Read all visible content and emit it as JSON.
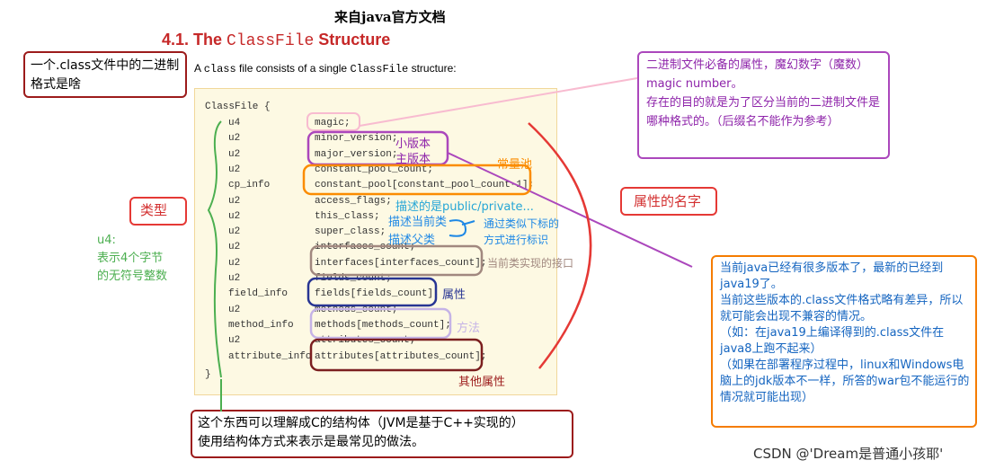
{
  "header": {
    "top_title": "来自java官方文档",
    "section_number": "4.1. The ",
    "section_mono": "ClassFile",
    "section_tail": " Structure",
    "intro_a": "A ",
    "intro_class": "class",
    "intro_mid": " file consists of a single ",
    "intro_cf": "ClassFile",
    "intro_end": " structure:"
  },
  "code": {
    "open": "ClassFile {",
    "close": "}",
    "rows": [
      {
        "type": "u4",
        "field": "magic;"
      },
      {
        "type": "u2",
        "field": "minor_version;"
      },
      {
        "type": "u2",
        "field": "major_version;"
      },
      {
        "type": "u2",
        "field": "constant_pool_count;"
      },
      {
        "type": "cp_info",
        "field": "constant_pool[constant_pool_count-1];"
      },
      {
        "type": "u2",
        "field": "access_flags;"
      },
      {
        "type": "u2",
        "field": "this_class;"
      },
      {
        "type": "u2",
        "field": "super_class;"
      },
      {
        "type": "u2",
        "field": "interfaces_count;"
      },
      {
        "type": "u2",
        "field": "interfaces[interfaces_count];"
      },
      {
        "type": "u2",
        "field": "fields_count;"
      },
      {
        "type": "field_info",
        "field": "fields[fields_count];"
      },
      {
        "type": "u2",
        "field": "methods_count;"
      },
      {
        "type": "method_info",
        "field": "methods[methods_count];"
      },
      {
        "type": "u2",
        "field": "attributes_count;"
      },
      {
        "type": "attribute_info",
        "field": "attributes[attributes_count];"
      }
    ]
  },
  "annotations": {
    "binary_format": "一个.class文件中的二进制格式是啥",
    "type_label": "类型",
    "u4_note": "u4:\n表示4个字节\n的无符号整数",
    "magic_note": "二进制文件必备的属性，魔幻数字（魔数）magic number。\n存在的目的就是为了区分当前的二进制文件是哪种格式的。（后缀名不能作为参考）",
    "minor": "小版本",
    "major": "主版本",
    "constant_pool": "常量池",
    "access_flags": "描述的是public/private...",
    "this_class": "描述当前类",
    "super_class": "描述父类",
    "index_note": "通过类似下标的\n方式进行标识",
    "interfaces": "当前类实现的接口",
    "fields": "属性",
    "methods": "方法",
    "attributes": "其他属性",
    "attr_names": "属性的名字",
    "version_note": "当前java已经有很多版本了，最新的已经到java19了。\n当前这些版本的.class文件格式略有差异，所以就可能会出现不兼容的情况。\n（如：在java19上编译得到的.class文件在java8上跑不起来）\n（如果在部署程序过程中，linux和Windows电脑上的jdk版本不一样，所答的war包不能运行的情况就可能出现）",
    "struct_note": "这个东西可以理解成C的结构体（JVM是基于C++实现的）\n使用结构体方式来表示是最常见的做法。"
  },
  "watermark": "CSDN @'Dream是普通小孩耶'",
  "colors": {
    "red": "#e53935",
    "dark_red": "#9c1b1b",
    "purple": "#ab47bc",
    "orange": "#f57c00",
    "blue": "#1e88e5",
    "navy": "#283593",
    "brown": "#a1887f",
    "green": "#4caf50",
    "pink": "#f8bbd0",
    "lavender": "#c5b3e6"
  }
}
